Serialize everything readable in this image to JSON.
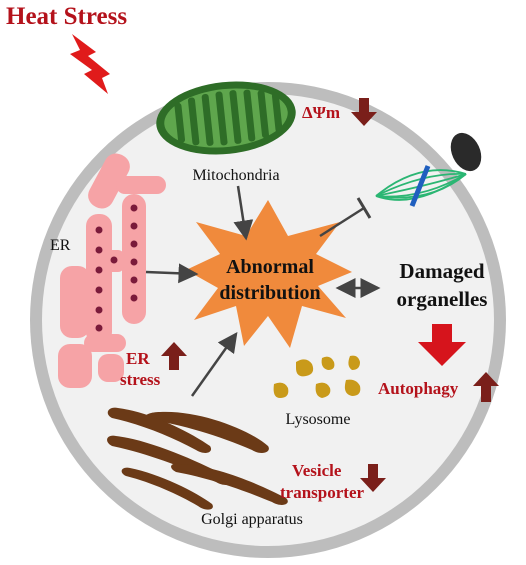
{
  "title": "Heat Stress",
  "labels": {
    "mitochondria": "Mitochondria",
    "er": "ER",
    "er_stress_line1": "ER",
    "er_stress_line2": "stress",
    "center_line1": "Abnormal",
    "center_line2": "distribution",
    "damaged_line1": "Damaged",
    "damaged_line2": "organelles",
    "delta_psi": "ΔΨm",
    "autophagy": "Autophagy",
    "lysosome": "Lysosome",
    "vesicle_line1": "Vesicle",
    "vesicle_line2": "transporter",
    "golgi": "Golgi apparatus"
  },
  "indicators": {
    "delta_psi": "down",
    "er_stress": "up",
    "autophagy": "up",
    "vesicle_transporter": "down"
  },
  "icons": {
    "heat": "lightning-bolt-icon",
    "up": "up-arrow-icon",
    "down": "down-arrow-icon",
    "inhibit": "inhibition-arrow-icon"
  },
  "colors": {
    "title": "#b4121b",
    "lightning": "#e01b1b",
    "cell_fill": "#f1f1f1",
    "cell_border": "#bfbfbf",
    "mitochondria": "#3f8a35",
    "er": "#f6a3a6",
    "er_dots": "#7a1a3a",
    "star": "#f08a3c",
    "lysosome": "#c99a1a",
    "golgi": "#6b3a17",
    "indicator_arrow": "#7a1f1a",
    "autophagy_arrow": "#d6141c",
    "spindle": "#2bb673",
    "spindle_bar": "#1f5fbf"
  }
}
